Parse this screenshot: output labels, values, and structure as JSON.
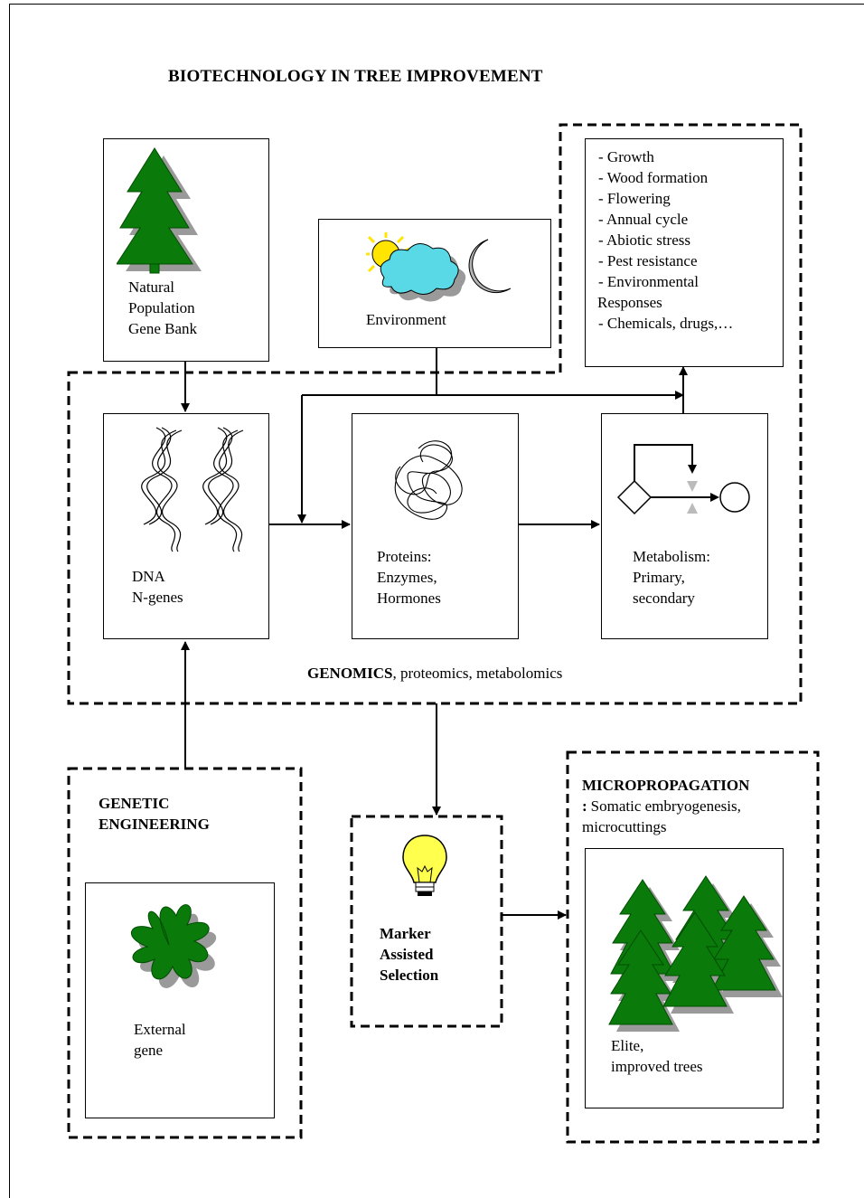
{
  "title": "BIOTECHNOLOGY IN TREE IMPROVEMENT",
  "natural_population": {
    "line1": "Natural",
    "line2": "Population",
    "line3": "Gene Bank"
  },
  "environment": {
    "label": "Environment"
  },
  "traits": [
    "- Growth",
    "- Wood formation",
    "- Flowering",
    "- Annual cycle",
    "- Abiotic stress",
    "- Pest resistance",
    "- Environmental",
    "Responses",
    "- Chemicals, drugs,…"
  ],
  "dna": {
    "line1": "DNA",
    "line2": "N-genes"
  },
  "proteins": {
    "line1": "Proteins:",
    "line2": "Enzymes,",
    "line3": "Hormones"
  },
  "metabolism": {
    "line1": "Metabolism:",
    "line2": "Primary,",
    "line3": "secondary"
  },
  "genomics": {
    "bold": "GENOMICS",
    "rest": ", proteomics, metabolomics"
  },
  "genetic_engineering": {
    "line1": "GENETIC",
    "line2": "ENGINEERING"
  },
  "external_gene": {
    "line1": "External",
    "line2": "gene"
  },
  "mas": {
    "line1": "Marker",
    "line2": "Assisted",
    "line3": "Selection"
  },
  "micropropagation": {
    "title": "MICROPROPAGATION",
    "line2": ": Somatic embryogenesis,",
    "line3": "microcuttings"
  },
  "elite": {
    "line1": "Elite,",
    "line2": "improved trees"
  },
  "colors": {
    "tree_green": "#0a7a0a",
    "shadow_gray": "#9a9a9a",
    "cloud_cyan": "#59d8e6",
    "sun_yellow": "#ffe500",
    "bulb_yellow": "#ffff4d"
  },
  "icons": [
    "tree-icon",
    "weather-icon",
    "dna-icon",
    "protein-icon",
    "pathway-icon",
    "star-plant-icon",
    "light-bulb-icon",
    "forest-icon"
  ]
}
